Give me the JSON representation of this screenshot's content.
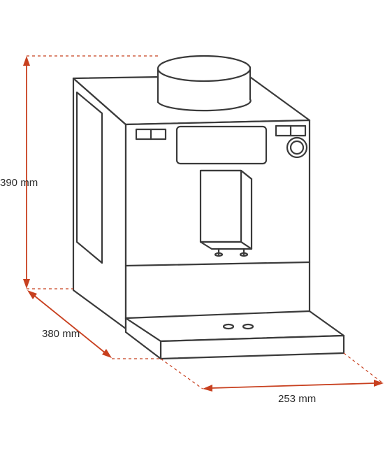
{
  "diagram": {
    "colors": {
      "dimension": "#c8401f",
      "outline": "#3a3a3a",
      "label": "#2b2b2b"
    },
    "dimensions": {
      "height": "390 mm",
      "depth": "380 mm",
      "width": "253 mm"
    }
  }
}
